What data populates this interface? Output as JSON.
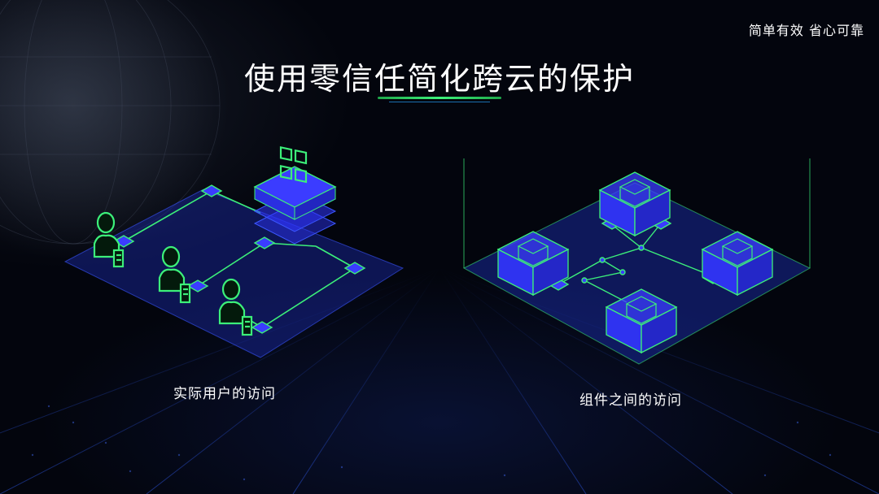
{
  "header": {
    "tagline": "简单有效  省心可靠"
  },
  "slide": {
    "title": "使用零信任简化跨云的保护"
  },
  "panels": {
    "left_caption": "实际用户的访问",
    "right_caption": "组件之间的访问"
  },
  "colors": {
    "accent_green": "#3cf07a",
    "accent_blue": "#3b3cff",
    "background": "#03050d"
  },
  "icons": [
    "user-icon",
    "server-stack-icon",
    "qr-code-icon",
    "cube-node-icon",
    "network-connector-icon"
  ]
}
